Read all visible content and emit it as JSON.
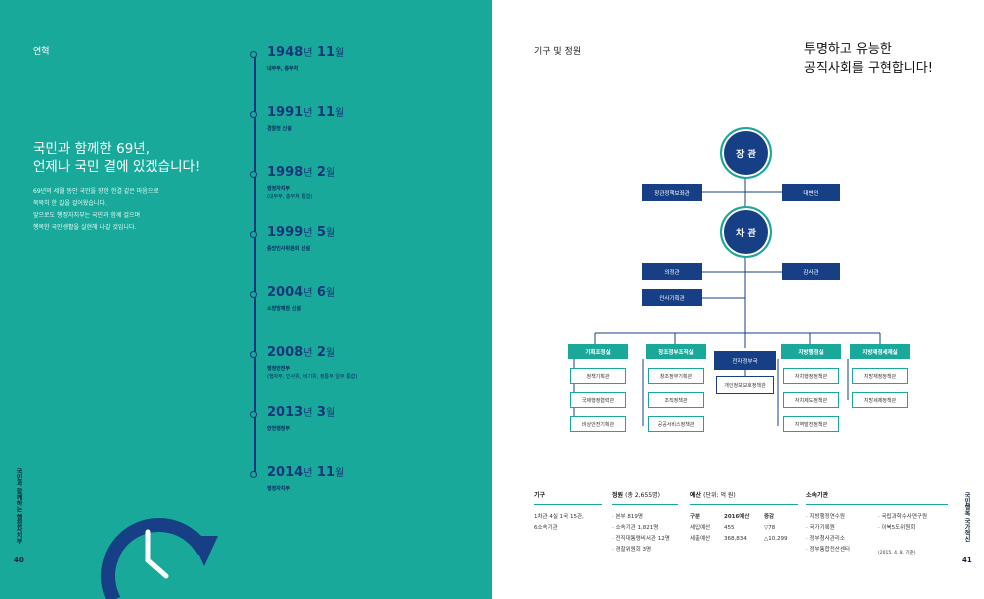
{
  "left": {
    "section_label": "연혁",
    "headline": [
      "국민과 함께한 69년,",
      "언제나 국민 곁에 있겠습니다!"
    ],
    "intro": [
      "69년의 세월 동안 국민을 향한 한결 같은 마음으로",
      "묵묵히 한 길을 걸어왔습니다.",
      "앞으로도 행정자치부는 국민과 함께 걸으며",
      "행복한 국민생활을 실현해 나갈 것입니다."
    ],
    "timeline": [
      {
        "year": "1948",
        "month": "11",
        "desc": "내무부, 총무처",
        "sub": ""
      },
      {
        "year": "1991",
        "month": "11",
        "desc": "경찰청 신설",
        "sub": ""
      },
      {
        "year": "1998",
        "month": "2",
        "desc": "행정자치부",
        "sub": "(내무부, 총무처 통합)"
      },
      {
        "year": "1999",
        "month": "5",
        "desc": "중앙인사위원회 신설",
        "sub": ""
      },
      {
        "year": "2004",
        "month": "6",
        "desc": "소방방재청 신설",
        "sub": ""
      },
      {
        "year": "2008",
        "month": "2",
        "desc": "행정안전부",
        "sub": "(행자부, 인사위, 비기위, 정통부 일부 통합)"
      },
      {
        "year": "2013",
        "month": "3",
        "desc": "안전행정부",
        "sub": ""
      },
      {
        "year": "2014",
        "month": "11",
        "desc": "행정자치부",
        "sub": ""
      }
    ],
    "year_unit": "년",
    "month_unit": "월",
    "side_title": "국민과 함께하는 행정자치부",
    "page_number": "40"
  },
  "right": {
    "section_label": "기구 및 정원",
    "slogan": [
      "투명하고 유능한",
      "공직사회를 구현합니다!"
    ],
    "org": {
      "minister": "장 관",
      "vice_minister": "차 관",
      "minister_aide": "장관정책보좌관",
      "spokesperson": "대변인",
      "planning": "의정관",
      "audit": "감사관",
      "hr_planning": "인사기획관",
      "divisions": [
        {
          "name": "기획조정실",
          "style": "teal",
          "subs": [
            "정책기획관",
            "국제행정협력관",
            "비상안전기획관"
          ]
        },
        {
          "name": "창조정부조직실",
          "style": "teal",
          "subs": [
            "창조정부기획관",
            "조직정책관",
            "공공서비스정책관"
          ]
        },
        {
          "name": "전자정부국",
          "style": "navy",
          "subs": [
            "개인정보보호정책관"
          ]
        },
        {
          "name": "지방행정실",
          "style": "teal",
          "subs": [
            "자치행정정책관",
            "자치제도정책관",
            "지역발전정책관"
          ]
        },
        {
          "name": "지방재정세제실",
          "style": "teal",
          "subs": [
            "지방재정정책관",
            "지방세제정책관"
          ]
        }
      ]
    },
    "bottom": {
      "agency": {
        "title": "기구",
        "lines": [
          "1차관 4실 1국 15관,",
          "6소속기관"
        ]
      },
      "staff": {
        "title": "정원",
        "title_note": "(총 2,655명)",
        "lines": [
          "· 본부 819명",
          "· 소속기관 1,821명",
          "· 전직대통령비서관 12명",
          "· 경찰위원회 3명"
        ]
      },
      "budget": {
        "title": "예산",
        "title_note": "(단위: 억 원)",
        "headers": [
          "구분",
          "2016예산",
          "증감"
        ],
        "rows": [
          [
            "세입예산",
            "455",
            "▽78"
          ],
          [
            "세출예산",
            "368,834",
            "△10,299"
          ]
        ]
      },
      "affiliated": {
        "title": "소속기관",
        "col1": [
          "· 지방행정연수원",
          "· 국가기록원",
          "· 정부청사관리소",
          "· 정부통합전산센터"
        ],
        "col2": [
          "· 국립과학수사연구원",
          "· 이북5도위원회"
        ],
        "note": "(2015. 4. 8. 기준)"
      }
    },
    "side_title": "국민행복 국가혁신",
    "page_number": "41"
  }
}
